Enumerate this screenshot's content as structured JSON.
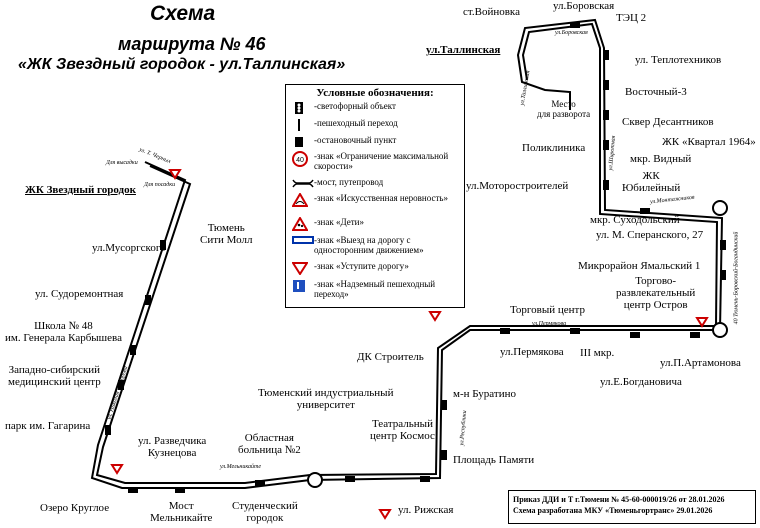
{
  "title": {
    "line1": "Схема",
    "line2": "маршрута № 46",
    "line3": "«ЖК Звездный городок - ул.Таллинская»"
  },
  "legend": {
    "heading": "Условные обозначения:",
    "items": [
      {
        "icon": "traffic-light-icon",
        "text": "-светофорный объект"
      },
      {
        "icon": "crosswalk-icon",
        "text": "-пешеходный переход"
      },
      {
        "icon": "bus-stop-icon",
        "text": "-остановочный пункт"
      },
      {
        "icon": "speed-limit-40-icon",
        "text": "-знак «Ограничение максимальной скорости»"
      },
      {
        "icon": "bridge-icon",
        "text": "-мост, путепровод"
      },
      {
        "icon": "speed-bump-icon",
        "text": "-знак «Искусственная неровность»"
      },
      {
        "icon": "children-icon",
        "text": "-знак «Дети»"
      },
      {
        "icon": "one-way-exit-icon",
        "text": "-знак «Выезд на дорогу с односторонним движением»"
      },
      {
        "icon": "yield-icon",
        "text": "-знак «Уступите дорогу»"
      },
      {
        "icon": "overpass-icon",
        "text": "-знак «Надземный пешеходный переход»"
      }
    ],
    "speed_value": "40"
  },
  "stops": {
    "zk_zvezdny": "ЖК Звездный городок",
    "tyumen_city_mall": "Тюмень\nСити Молл",
    "musorgsky": "ул.Мусоргского",
    "sudoremontnaya": "ул. Судоремонтная",
    "school48": "Школа № 48\nим. Генерала Карбышева",
    "med_center": "Западно-сибирский\nмедицинский центр",
    "park_gagarina": "парк им. Гагарина",
    "ozero_krugloe": "Озеро Круглое",
    "razvedchika": "ул. Разведчика\nКузнецова",
    "most_melnikaite": "Мост\nМельникайте",
    "hospital2": "Областная\nбольница №2",
    "student_town": "Студенческий\nгородок",
    "tiu": "Тюменский индустриальный\nуниверситет",
    "rizhskaya": "ул. Рижская",
    "ploshchad_pamyati": "Площадь Памяти",
    "teatralny": "Театральный\nцентр Космос",
    "buratino": "м-н Буратино",
    "dk_stroitel": "ДК Строитель",
    "permyakova": "ул.Пермякова",
    "torgovy_center": "Торговый центр",
    "iii_mkr": "III мкр.",
    "bogdanovicha": "ул.Е.Богдановича",
    "artamonova": "ул.П.Артамонова",
    "tr_center_ostrov": "Торгово-\nразвлекательный\nцентр Остров",
    "yamalsky": "Микрорайон Ямальский 1",
    "speranskogo": "ул. М. Сперанского, 27",
    "sukhodolsky": "мкр. Суходольский",
    "yubileiny": "ЖК\nЮбилейный",
    "vidny": "мкр. Видный",
    "kvartal1964": "ЖК «Квартал 1964»",
    "motorostroiteley": "ул.Моторостроителей",
    "poliklinika": "Поликлиника",
    "skver_desantnikov": "Сквер Десантников",
    "vostochny3": "Восточный-3",
    "teplotekhnikov": "ул. Теплотехников",
    "tets2": "ТЭЦ 2",
    "borovskaya": "ул.Боровская",
    "voinovka": "ст.Войновка",
    "tallinskaya": "ул.Таллинская",
    "mesto_razvorota": "Место\nдля разворота"
  },
  "streets": {
    "chernykh": "ул. Т. Черных",
    "dlya_vysadki": "Для высадки",
    "dlya_posadki": "Для посадки",
    "nikolaya_fedorova": "ул. Николая Федорова",
    "melnikaite": "ул.Мельникайте",
    "respubliki": "ул.Республики",
    "permyakova_st": "ул.Пермякова",
    "tyumen_borovsky": "40 Тюмень-Боровский-Богандинский",
    "montazhnikov": "ул.Монтажников",
    "shirotnaya": "ул.Широтная",
    "borovskaya_st": "ул.Боровская",
    "tallinskaya_st": "ул.Таллинская"
  },
  "order": {
    "line1": "Приказ ДДИ и Т г.Тюмени № 45-60-000019/26 от 28.01.2026",
    "line2": "Схема разработана МКУ «Тюменьгортранс» 29.01.2026"
  }
}
